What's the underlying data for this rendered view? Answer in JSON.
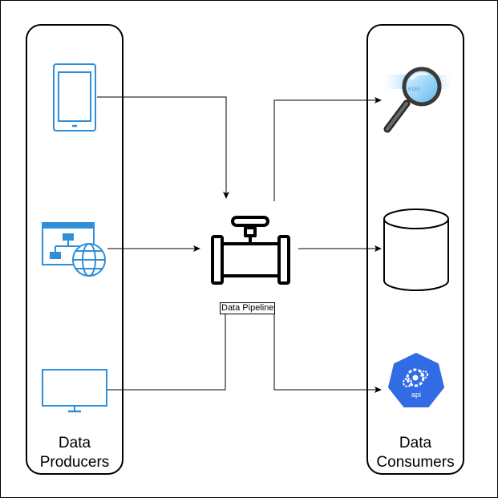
{
  "producers": {
    "title": "Data\nProducers"
  },
  "consumers": {
    "title": "Data\nConsumers"
  },
  "pipeline": {
    "label": "Data Pipeline"
  },
  "api_icon_text": "api",
  "colors": {
    "icon_blue": "#2f8fd8",
    "api_blue": "#326ce5",
    "stroke": "#000000"
  }
}
